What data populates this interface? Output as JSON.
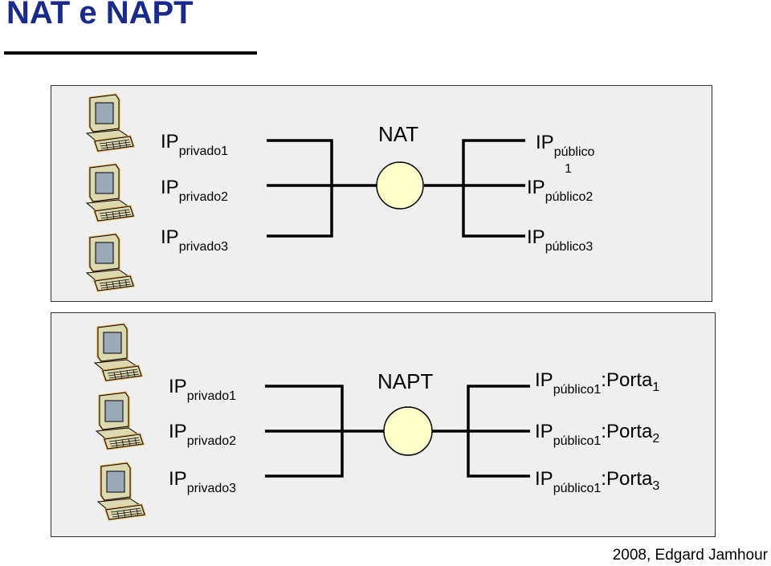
{
  "title": "NAT e NAPT",
  "nat": {
    "heading": "NAT",
    "private": [
      {
        "main": "IP",
        "sub": "privado1"
      },
      {
        "main": "IP",
        "sub": "privado2"
      },
      {
        "main": "IP",
        "sub": "privado3"
      }
    ],
    "public": [
      {
        "main": "IP",
        "sub": "público",
        "sub_below": "1"
      },
      {
        "main": "IP",
        "sub": "público2"
      },
      {
        "main": "IP",
        "sub": "público3"
      }
    ]
  },
  "napt": {
    "heading": "NAPT",
    "private": [
      {
        "main": "IP",
        "sub": "privado1"
      },
      {
        "main": "IP",
        "sub": "privado2"
      },
      {
        "main": "IP",
        "sub": "privado3"
      }
    ],
    "public": [
      {
        "main": "IP",
        "sub": "público1",
        "mid": ":Porta",
        "port": "1"
      },
      {
        "main": "IP",
        "sub": "público1",
        "mid": ":Porta",
        "port": "2"
      },
      {
        "main": "IP",
        "sub": "público1",
        "mid": ":Porta",
        "port": "3"
      }
    ]
  },
  "footer": "2008, Edgard Jamhour",
  "colors": {
    "panel_bg": "#efefef",
    "router_fill": "#ffffcc",
    "title": "#1a2a8a",
    "monitor_screen": "#9aaab8"
  },
  "icons": [
    "desktop-computer-icon"
  ]
}
